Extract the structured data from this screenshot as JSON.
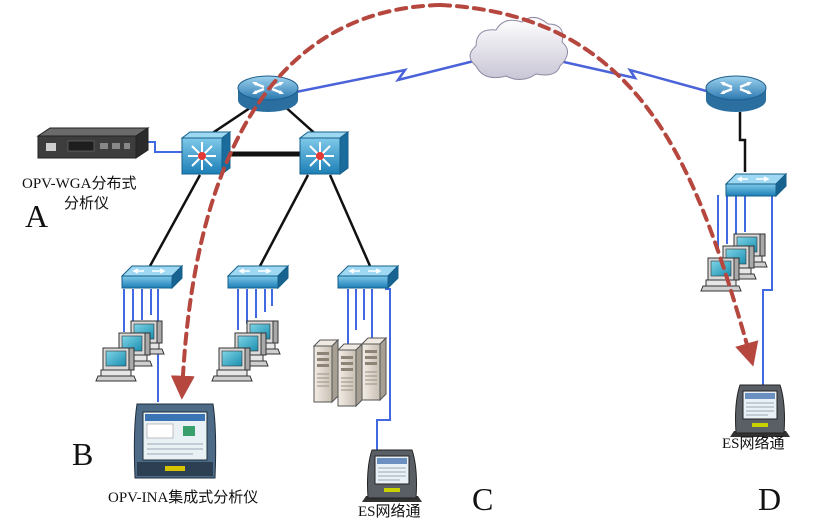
{
  "labels": {
    "wga_line1": "OPV-WGA分布式",
    "wga_line2": "分析仪",
    "ina": "OPV-INA集成式分析仪",
    "es_c": "ES网络通",
    "es_d": "ES网络通",
    "A": "A",
    "B": "B",
    "C": "C",
    "D": "D"
  },
  "colors": {
    "link_blue": "#4169e1",
    "wan_blue": "#4a63d9",
    "core_black": "#111111",
    "router_blue": "#3f97c8",
    "switch_blue": "#1f8fc0",
    "arrow_red": "#b5473f"
  },
  "icons": {
    "router": "router-icon",
    "core_switch": "core-switch-icon",
    "access_switch": "access-switch-icon",
    "cloud": "cloud-icon",
    "pc": "pc-icon",
    "server": "server-icon",
    "handheld": "handheld-analyzer-icon",
    "rack_unit": "rack-analyzer-icon"
  }
}
